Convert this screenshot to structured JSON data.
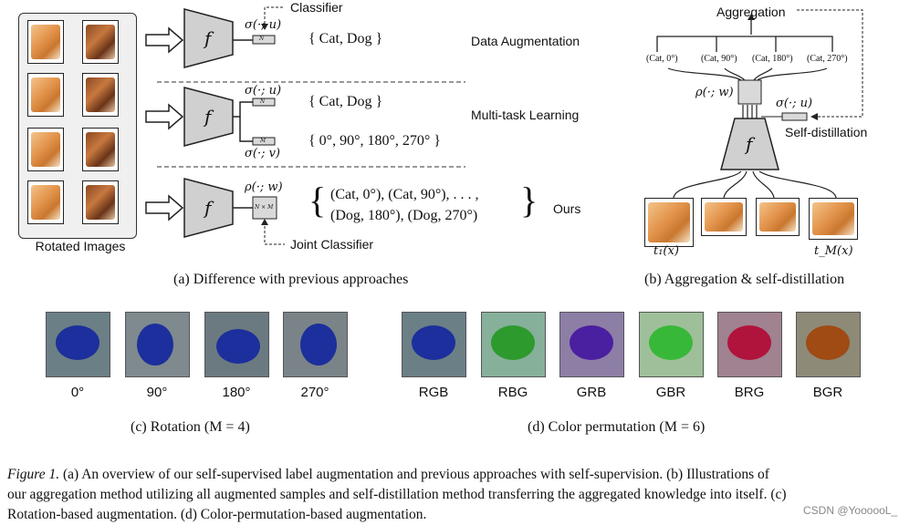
{
  "panel_a": {
    "rotated_images_label": "Rotated Images",
    "rows": [
      {
        "task": "Data Augmentation",
        "sigma": "σ(·; u)",
        "box": "N",
        "set": "{ Cat, Dog }"
      },
      {
        "task": "Multi-task Learning",
        "sigma_top": "σ(·; u)",
        "box_top": "N",
        "set_top": "{ Cat, Dog }",
        "sigma_bottom": "σ(·; v)",
        "box_bottom": "M",
        "set_bottom": "{ 0°, 90°, 180°, 270° }"
      },
      {
        "task": "Ours",
        "rho": "ρ(·; w)",
        "box": "N × M",
        "set_line1": "(Cat, 0°), (Cat, 90°), . . . ,",
        "set_line2": "(Dog, 180°), (Dog, 270°)"
      }
    ],
    "classifier_label": "Classifier",
    "joint_classifier_label": "Joint Classifier",
    "f_label": "f",
    "caption": "(a) Difference with previous approaches"
  },
  "panel_b": {
    "aggregation_label": "Aggregation",
    "outputs": [
      "(Cat, 0°)",
      "(Cat, 90°)",
      "(Cat, 180°)",
      "(Cat, 270°)"
    ],
    "rho": "ρ(·; w)",
    "sigma": "σ(·; u)",
    "self_distillation_label": "Self-distillation",
    "f_label": "f",
    "t1": "t₁(x)",
    "tM": "t_M(x)",
    "caption": "(b) Aggregation & self-distillation"
  },
  "panel_c": {
    "labels": [
      "0°",
      "90°",
      "180°",
      "270°"
    ],
    "caption": "(c) Rotation (M = 4)"
  },
  "panel_d": {
    "labels": [
      "RGB",
      "RBG",
      "GRB",
      "GBR",
      "BRG",
      "BGR"
    ],
    "caption": "(d) Color permutation (M = 6)"
  },
  "figure_caption": {
    "prefix": "Figure 1.",
    "line1": " (a) An overview of our self-supervised label augmentation and previous approaches with self-supervision. (b) Illustrations of",
    "line2": "our aggregation method utilizing all augmented samples and self-distillation method transferring the aggregated knowledge into itself. (c)",
    "line3": "Rotation-based augmentation. (d) Color-permutation-based augmentation."
  },
  "watermark": "CSDN @YoooooL_",
  "colors": {
    "box_fill": "#d9d9d9",
    "trapezoid_fill": "#d0d0d0",
    "rotated_panel_bg": "#f0f0f0",
    "bird_blue": "#1c2f9c",
    "bird_green": "#2d9a2d",
    "bird_purple": "#4a1fa0",
    "bird_lightgreen": "#38b838",
    "bird_red": "#b0143c",
    "bird_brown": "#a04a14"
  }
}
